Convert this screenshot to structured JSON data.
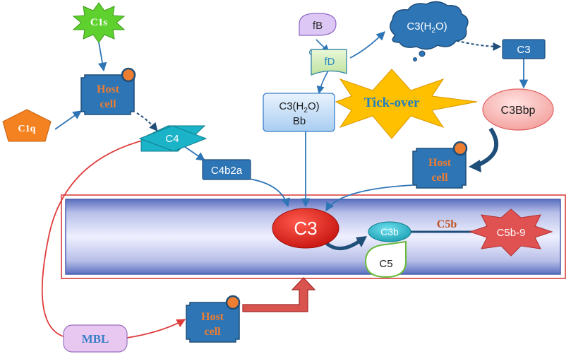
{
  "nodes": {
    "c1s": "C1s",
    "c1q": "C1q",
    "host_cell_top_left": {
      "line1": "Host",
      "line2": "cell"
    },
    "c4": "C4",
    "c4b2a": "C4b2a",
    "fb": "fB",
    "fd": "fD",
    "c3h2o_cloud": {
      "main": "C3(H",
      "sub": "2",
      "end": "O)"
    },
    "c3h2obb": {
      "main": "C3(H",
      "sub": "2",
      "end": "O)",
      "line2": "Bb"
    },
    "tick_over": "Tick-over",
    "c3_top_right": "C3",
    "c3bbp": "C3Bbp",
    "host_cell_right": {
      "line1": "Host",
      "line2": "cell"
    },
    "c3_center": "C3",
    "c3b": "C3b",
    "c5b": "C5b",
    "c5b9": "C5b-9",
    "c5": "C5",
    "host_cell_bottom": {
      "line1": "Host",
      "line2": "cell"
    },
    "mbl": "MBL"
  },
  "colors": {
    "blue_box": "#2e75b6",
    "blue_dark": "#1f4e79",
    "host_text": "#ed7d31",
    "arrow_blue": "#2e75b6",
    "arrow_red": "#e03c3c",
    "c1s_fill": "#5fd12e",
    "c1q_fill": "#f58220",
    "c4_fill": "#1bb3c8",
    "tick_fill": "#ffc000",
    "tick_text": "#1f7fbf",
    "c3_red": "#e0201b",
    "c3bbp_fill": "#f6a9a6",
    "c5b9_fill": "#e05151",
    "mbl_fill": "#e8c8f0",
    "mbl_text": "#3a7fc8",
    "membrane_border": "#e06666",
    "membrane_fill": "#c9cdee"
  }
}
